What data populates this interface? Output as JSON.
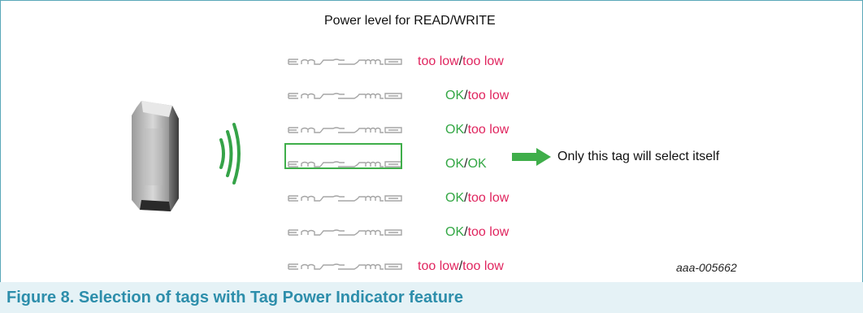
{
  "figure": {
    "heading": "Power level for READ/WRITE",
    "annotation": "Only this tag will select itself",
    "reference": "aaa-005662",
    "caption": "Figure 8.  Selection of tags with Tag Power Indicator feature"
  },
  "tags": [
    {
      "read": "too low",
      "separator": "/",
      "write": "too low",
      "read_ok": false,
      "write_ok": false,
      "selected": false
    },
    {
      "read": "OK",
      "separator": "/",
      "write": "too low",
      "read_ok": true,
      "write_ok": false,
      "selected": false
    },
    {
      "read": "OK",
      "separator": "/",
      "write": "too low",
      "read_ok": true,
      "write_ok": false,
      "selected": false
    },
    {
      "read": "OK",
      "separator": "/",
      "write": "OK",
      "read_ok": true,
      "write_ok": true,
      "selected": true
    },
    {
      "read": "OK",
      "separator": "/",
      "write": "too low",
      "read_ok": true,
      "write_ok": false,
      "selected": false
    },
    {
      "read": "OK",
      "separator": "/",
      "write": "too low",
      "read_ok": true,
      "write_ok": false,
      "selected": false
    },
    {
      "read": "too low",
      "separator": "/",
      "write": "too low",
      "read_ok": false,
      "write_ok": false,
      "selected": false
    }
  ],
  "colors": {
    "ok": "#34a745",
    "too_low": "#e0245e",
    "selection": "#3fae4a",
    "caption": "#2d8eab"
  },
  "icons": {
    "reader": "rfid-reader-icon",
    "waves": "radio-waves-icon",
    "tag": "rfid-tag-antenna-icon",
    "arrow": "right-arrow-icon"
  }
}
